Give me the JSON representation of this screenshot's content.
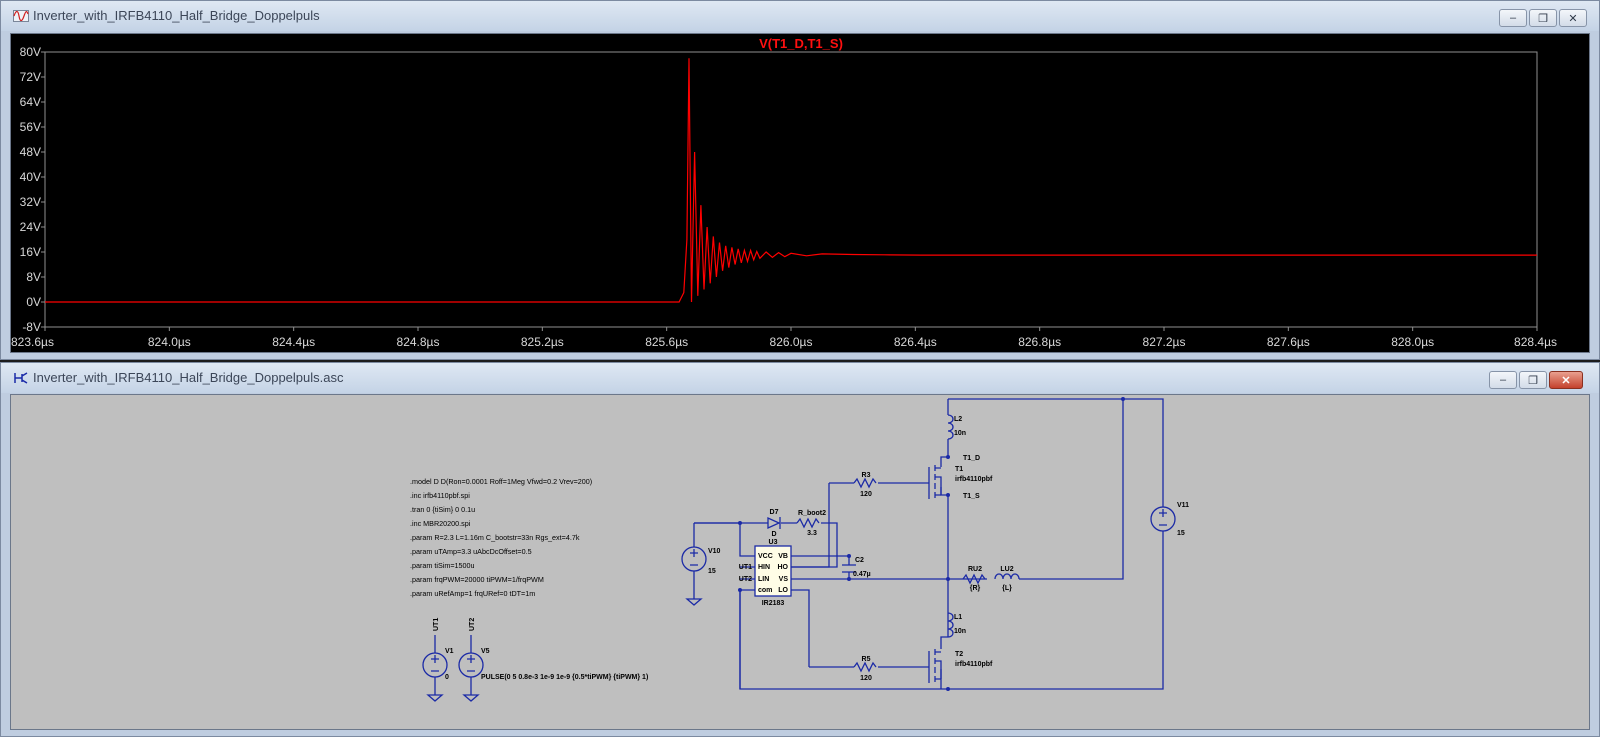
{
  "waveform_window": {
    "title": "Inverter_with_IRFB4110_Half_Bridge_Doppelpuls",
    "icon": "waveform-icon",
    "controls": {
      "minimize": "–",
      "restore": "❐",
      "close": "✕"
    }
  },
  "chart_data": {
    "type": "line",
    "title": "V(T1_D,T1_S)",
    "xlabel": "",
    "ylabel": "",
    "xlim": [
      823.6,
      828.4
    ],
    "ylim": [
      -8,
      80
    ],
    "x_unit": "µs",
    "y_unit": "V",
    "grid": false,
    "x_ticks": [
      "823.6µs",
      "824.0µs",
      "824.4µs",
      "824.8µs",
      "825.2µs",
      "825.6µs",
      "826.0µs",
      "826.4µs",
      "826.8µs",
      "827.2µs",
      "827.6µs",
      "828.0µs",
      "828.4µs"
    ],
    "y_ticks": [
      "80V",
      "72V",
      "64V",
      "56V",
      "48V",
      "40V",
      "32V",
      "24V",
      "16V",
      "8V",
      "0V",
      "-8V"
    ],
    "series": [
      {
        "name": "V(T1_D,T1_S)",
        "color": "#ff0000",
        "x": [
          823.6,
          825.64,
          825.655,
          825.665,
          825.672,
          825.68,
          825.69,
          825.7,
          825.71,
          825.72,
          825.73,
          825.74,
          825.75,
          825.76,
          825.77,
          825.78,
          825.79,
          825.8,
          825.81,
          825.82,
          825.83,
          825.84,
          825.85,
          825.86,
          825.87,
          825.88,
          825.89,
          825.9,
          825.92,
          825.94,
          825.96,
          825.98,
          826.0,
          826.05,
          826.1,
          826.2,
          826.3,
          826.42,
          828.4
        ],
        "y": [
          0,
          0,
          3,
          20,
          78,
          0,
          48,
          2,
          31,
          4,
          24,
          6,
          21,
          8,
          19,
          10,
          18,
          11,
          17.5,
          12,
          17,
          12.5,
          16.5,
          13,
          16.5,
          13.5,
          16.2,
          14,
          16,
          14.3,
          15.8,
          14.5,
          15.6,
          14.8,
          15.4,
          15.2,
          15.1,
          15,
          15
        ]
      }
    ]
  },
  "schematic_window": {
    "title": "Inverter_with_IRFB4110_Half_Bridge_Doppelpuls.asc",
    "icon": "schematic-icon",
    "controls": {
      "minimize": "–",
      "restore": "❐",
      "close": "✕"
    },
    "directives": [
      ".model D D(Ron=0.0001 Roff=1Meg Vfwd=0.2 Vrev=200)",
      ".inc irfb4110pbf.spi",
      ".tran 0 {tiSim} 0 0.1u",
      ".inc MBR20200.spi",
      ".param R=2.3 L=1.16m C_bootstr=33n Rgs_ext=4.7k",
      ".param uTAmp=3.3 uAbcDcOffset=0.5",
      ".param tiSim=1500u",
      ".param frqPWM=20000 tiPWM=1/frqPWM",
      ".param uRefAmp=1 frqURef=0 tDT=1m"
    ],
    "components": {
      "L2": {
        "name": "L2",
        "value": "10n"
      },
      "L1": {
        "name": "L1",
        "value": "10n"
      },
      "T1": {
        "name": "T1",
        "model": "irfb4110pbf"
      },
      "T2": {
        "name": "T2",
        "model": "irfb4110pbf"
      },
      "R3": {
        "name": "R3",
        "value": "120"
      },
      "R5": {
        "name": "R5",
        "value": "120"
      },
      "D7": {
        "name": "D7",
        "value": "D"
      },
      "R_boot2": {
        "name": "R_boot2",
        "value": "3.3"
      },
      "C2": {
        "name": "C2",
        "value": "0.47µ"
      },
      "U3": {
        "name": "U3",
        "model": "IR2183",
        "pins_left": [
          "VCC",
          "HIN",
          "LIN",
          "com"
        ],
        "pins_right": [
          "VB",
          "HO",
          "VS",
          "LO"
        ]
      },
      "V10": {
        "name": "V10",
        "value": "15"
      },
      "V11": {
        "name": "V11",
        "value": "15"
      },
      "V1": {
        "name": "V1",
        "value": "0"
      },
      "V5": {
        "name": "V5",
        "value": "PULSE(0 5 0.8e-3 1e-9 1e-9 {0.5*tiPWM} {tiPWM} 1)"
      },
      "RU2": {
        "name": "RU2",
        "value": "{R}"
      },
      "LU2": {
        "name": "LU2",
        "value": "{L}"
      }
    },
    "nets": {
      "t1_d": "T1_D",
      "t1_s": "T1_S",
      "ut1": "UT1",
      "ut2": "UT2"
    }
  }
}
